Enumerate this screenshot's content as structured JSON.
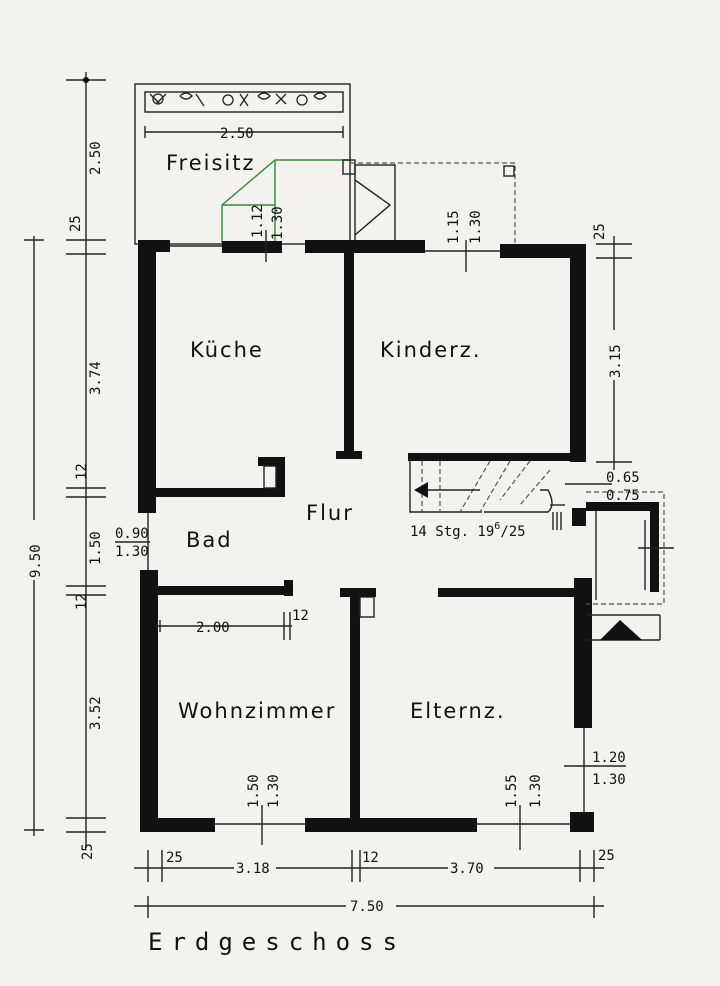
{
  "rooms": {
    "freisitz": "Freisitz",
    "kueche": "Küche",
    "kinderz": "Kinderz.",
    "flur": "Flur",
    "bad": "Bad",
    "wohnzimmer": "Wohnzimmer",
    "elternz": "Elternz."
  },
  "stairs": {
    "label": "14 Stg. 19",
    "sup": "6",
    "suffix": "/25"
  },
  "dimensions": {
    "top_freisitz_width": "2.50",
    "left_freisitz_depth": "2.50",
    "left_top_wall": "25",
    "left_kueche": "3.74",
    "left_mid_wall": "12",
    "left_total": "9.50",
    "left_bad": "1.50",
    "left_wall2": "12",
    "left_wohn": "3.52",
    "left_bottom_wall": "25",
    "bad_win_top": "0.90",
    "bad_win_bottom": "1.30",
    "wohn_width": "2.00",
    "wohn_wall": "12",
    "kueche_win_a": "1.12",
    "kueche_win_b": "1.30",
    "kinder_win_a": "1.15",
    "kinder_win_b": "1.30",
    "right_top_wall": "25",
    "right_kinder": "3.15",
    "entry_a": "0.65",
    "entry_b": "0.75",
    "eltern_side_a": "1.20",
    "eltern_side_b": "1.30",
    "wohn_win_a": "1.50",
    "wohn_win_b": "1.30",
    "eltern_win_a": "1.55",
    "eltern_win_b": "1.30",
    "bottom_left_wall": "25",
    "bottom_wohn": "3.18",
    "bottom_mid_wall": "12",
    "bottom_eltern": "3.70",
    "bottom_right_wall": "25",
    "bottom_total": "7.50"
  },
  "title": "Erdgeschoss"
}
